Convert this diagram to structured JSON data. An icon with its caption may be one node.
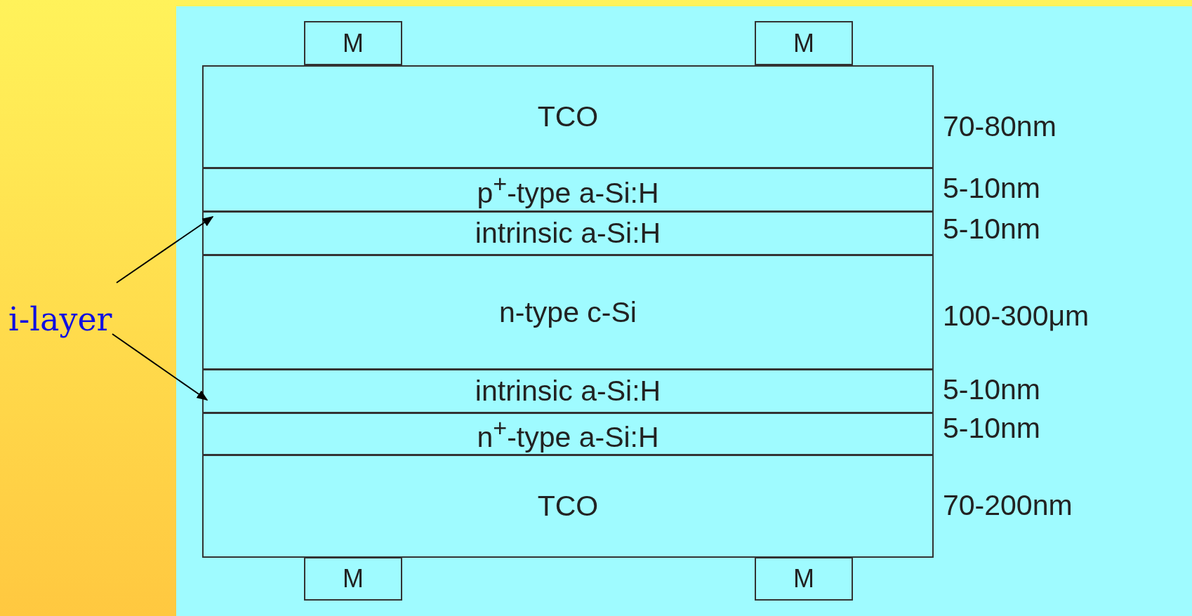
{
  "diagram": {
    "nodes": [
      {
        "text": [
          "M"
        ]
      },
      {
        "text": [
          "M"
        ]
      },
      {
        "text": [
          "TCO"
        ],
        "beside": [
          "70-80nm"
        ]
      },
      {
        "text": [
          "p$^{+}$-type a-Si:H"
        ],
        "beside": [
          "5-10nm"
        ]
      },
      {
        "text": [
          "intrinsic a-Si:H"
        ],
        "beside": [
          "5-10nm"
        ]
      },
      {
        "text": [
          "n-type c-Si"
        ],
        "beside": [
          "100-300μm"
        ]
      },
      {
        "text": [
          "intrinsic a-Si:H"
        ],
        "beside": [
          "5-10nm"
        ]
      },
      {
        "text": [
          "n$^{+}$-type a-Si:H"
        ],
        "beside": [
          "5-10nm"
        ]
      },
      {
        "text": [
          "TCO"
        ],
        "beside": [
          "70-200nm"
        ]
      },
      {
        "text": [
          "M"
        ]
      },
      {
        "text": [
          "M"
        ]
      },
      {
        "text": [
          "i-layer"
        ]
      }
    ],
    "edges": [
      {
        "from": 11,
        "to": 4,
        "arrow": "to"
      },
      {
        "from": 11,
        "to": 6,
        "arrow": "to"
      }
    ]
  }
}
